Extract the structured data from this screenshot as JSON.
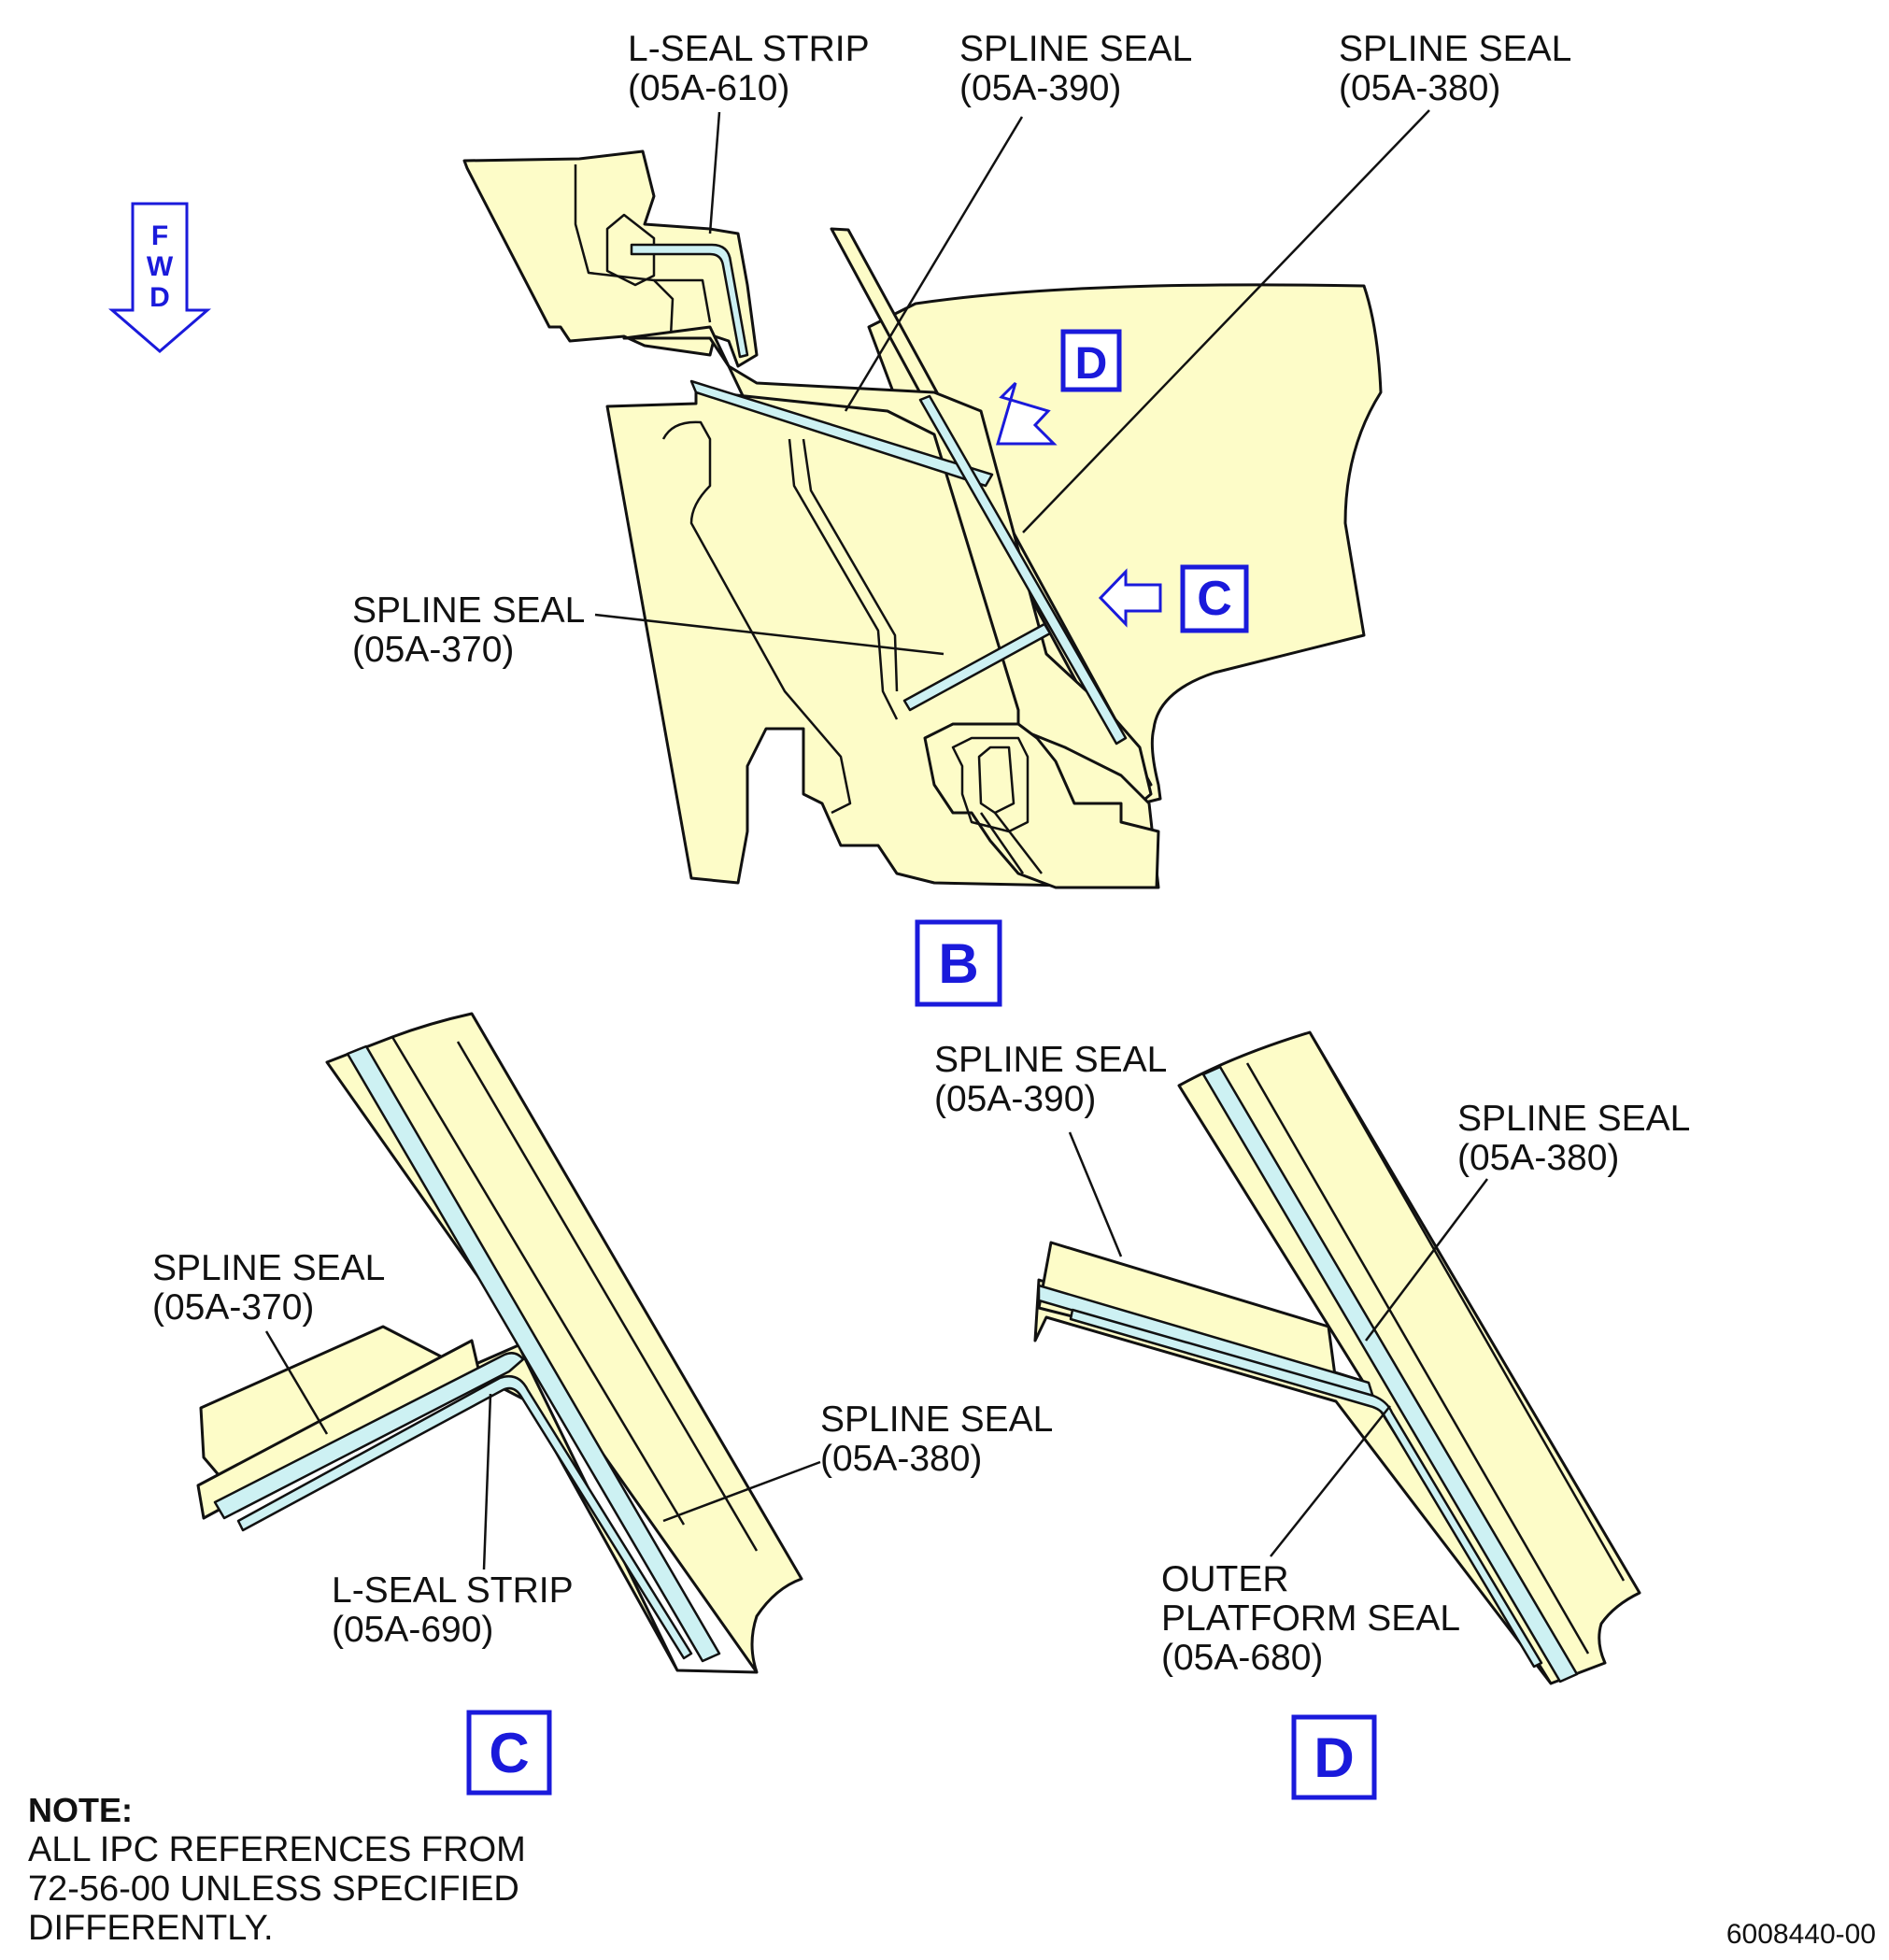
{
  "fwd": {
    "letters": [
      "F",
      "W",
      "D"
    ]
  },
  "view_b": {
    "label": "B",
    "callouts": {
      "l_seal_strip": {
        "name": "L-SEAL STRIP",
        "ref": "(05A-610)"
      },
      "spline_390": {
        "name": "SPLINE SEAL",
        "ref": "(05A-390)"
      },
      "spline_380": {
        "name": "SPLINE SEAL",
        "ref": "(05A-380)"
      },
      "spline_370": {
        "name": "SPLINE SEAL",
        "ref": "(05A-370)"
      }
    },
    "view_markers": {
      "c": "C",
      "d": "D"
    }
  },
  "view_c": {
    "label": "C",
    "callouts": {
      "spline_370": {
        "name": "SPLINE SEAL",
        "ref": "(05A-370)"
      },
      "spline_380": {
        "name": "SPLINE SEAL",
        "ref": "(05A-380)"
      },
      "l_seal_strip": {
        "name": "L-SEAL STRIP",
        "ref": "(05A-690)"
      }
    }
  },
  "view_d": {
    "label": "D",
    "callouts": {
      "spline_390": {
        "name": "SPLINE SEAL",
        "ref": "(05A-390)"
      },
      "spline_380": {
        "name": "SPLINE SEAL",
        "ref": "(05A-380)"
      },
      "outer_platform_seal": {
        "lines": [
          "OUTER",
          "PLATFORM SEAL",
          "(05A-680)"
        ]
      }
    }
  },
  "note": {
    "heading": "NOTE:",
    "lines": [
      "ALL IPC REFERENCES FROM",
      "72-56-00 UNLESS SPECIFIED",
      "DIFFERENTLY."
    ]
  },
  "doc_number": "6008440-00",
  "colors": {
    "part_fill": "#fdfcc8",
    "seal_fill": "#cdf1f3",
    "view_marker_blue": "#1a1adb",
    "line": "#111111"
  }
}
